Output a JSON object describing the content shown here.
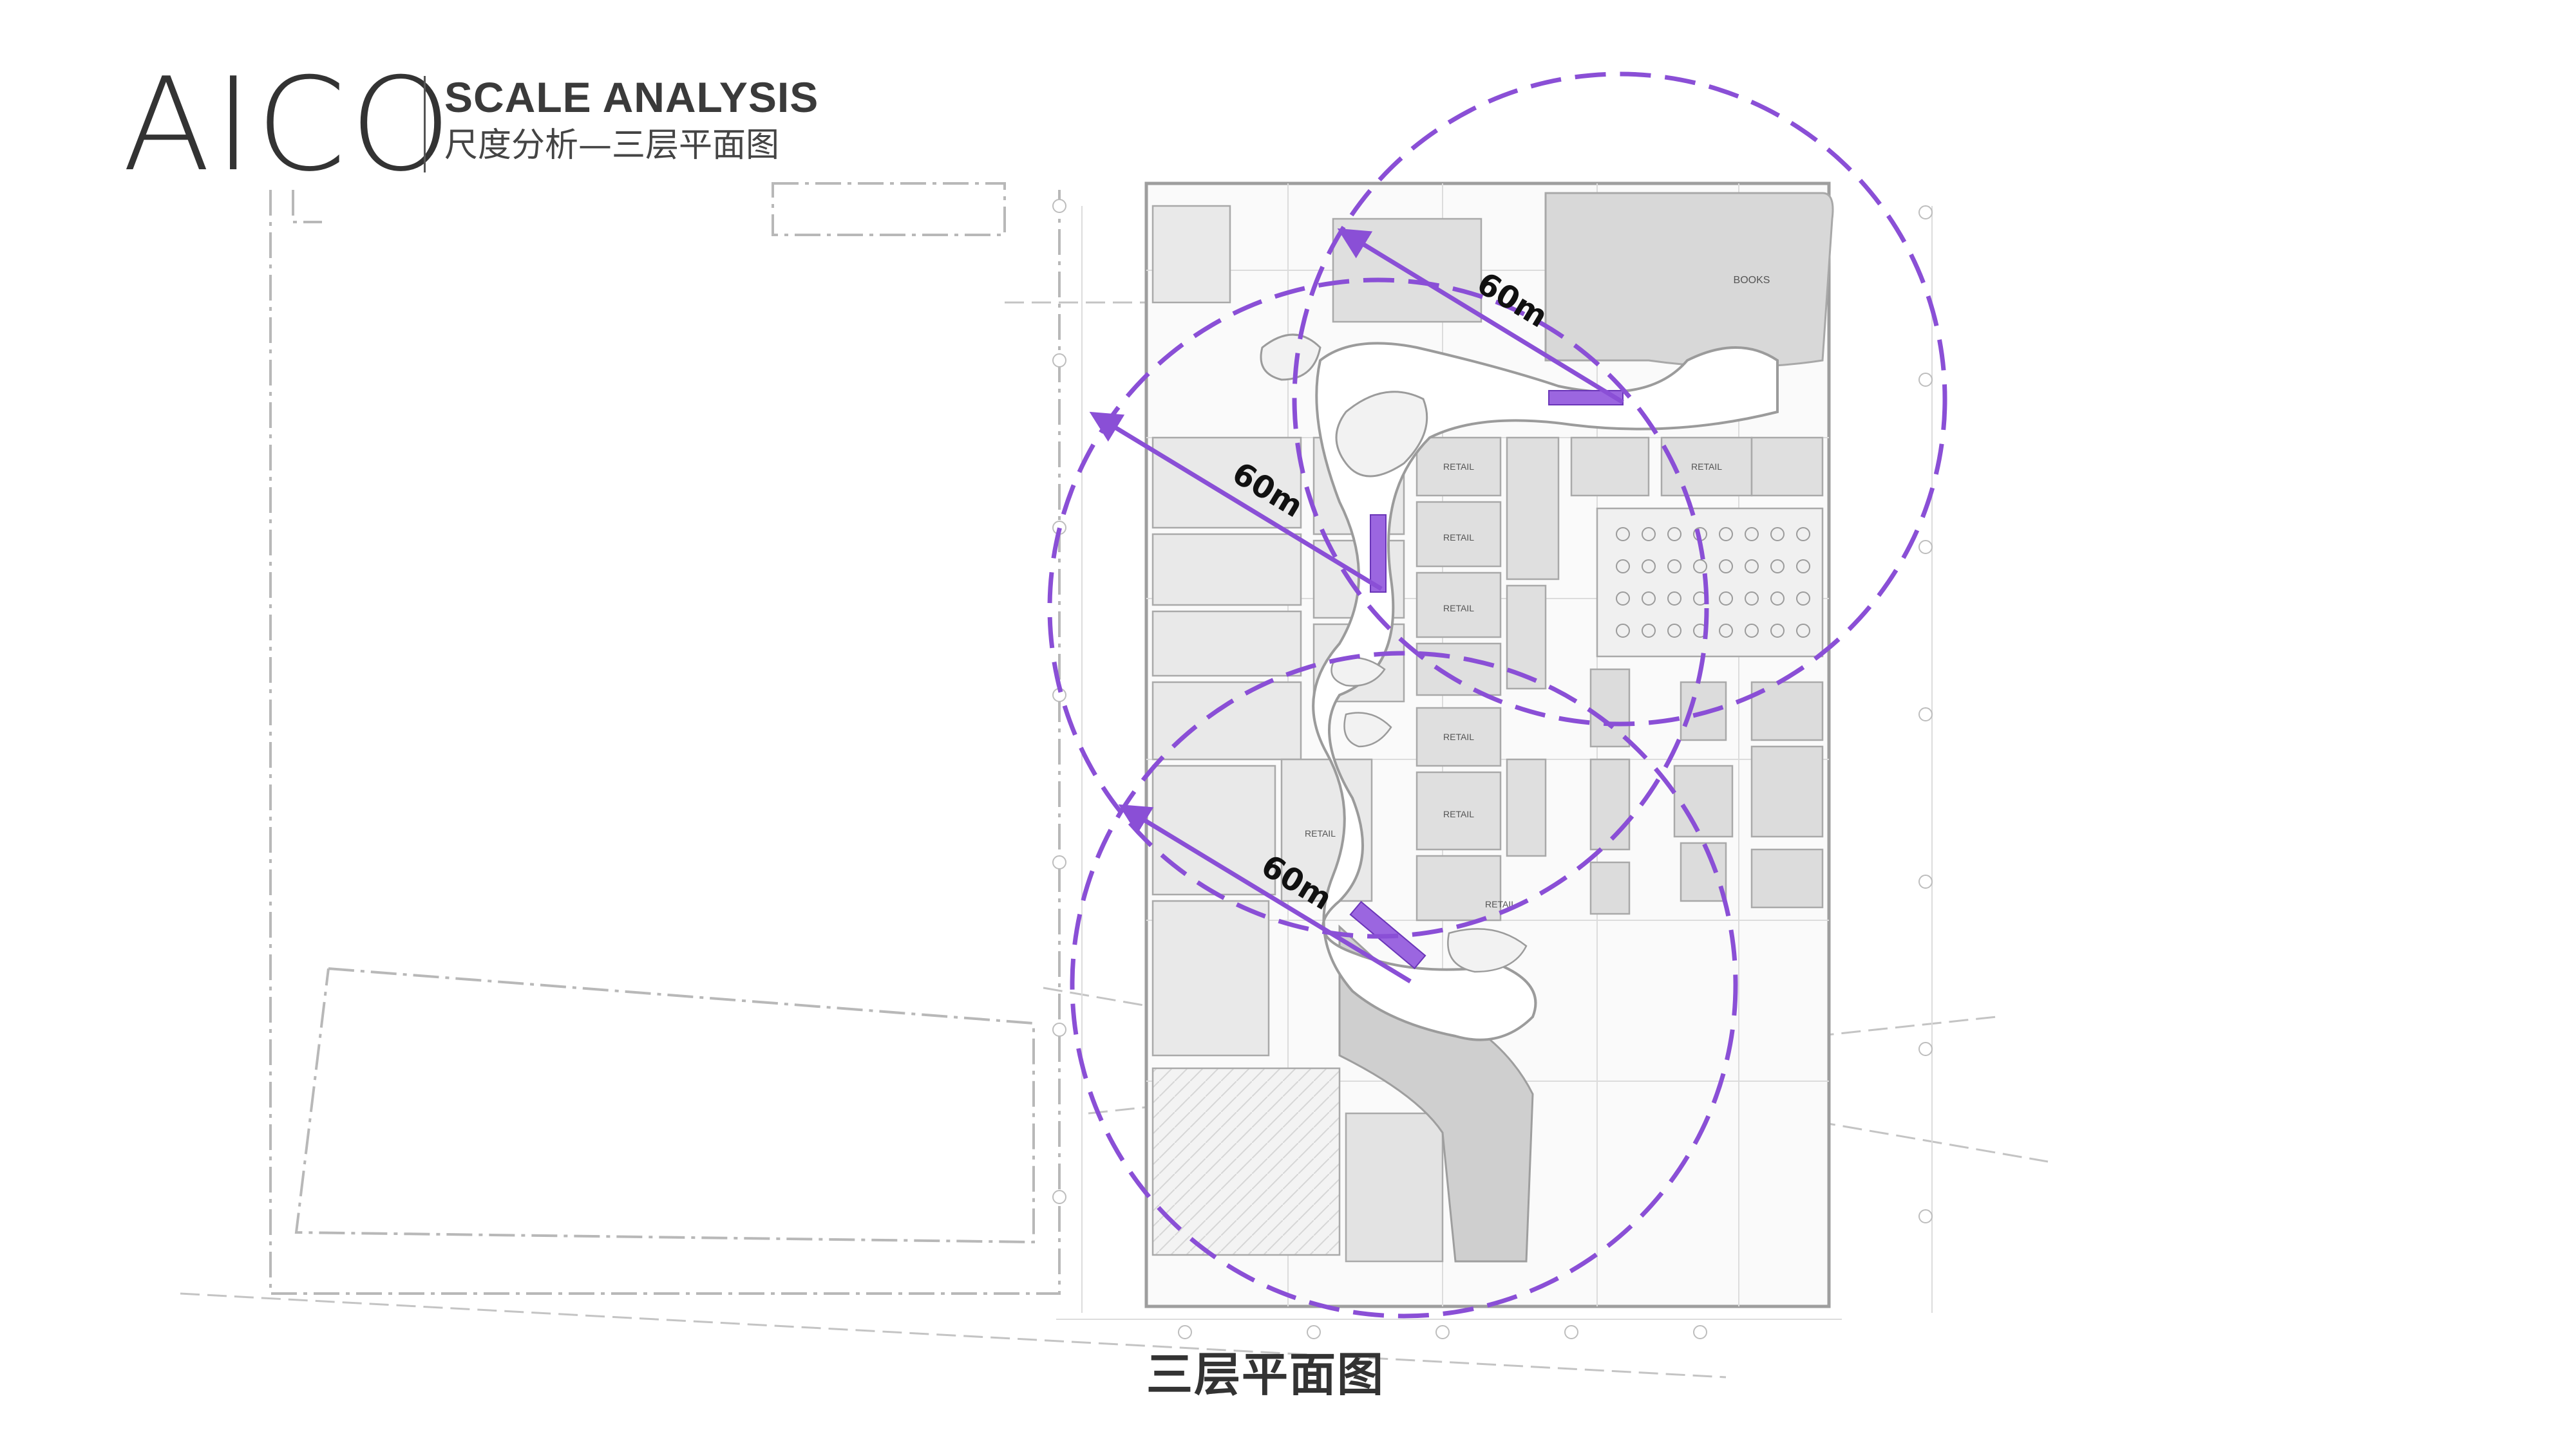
{
  "header": {
    "logo": "AICO",
    "title": "SCALE ANALYSIS",
    "subtitle": "尺度分析—三层平面图"
  },
  "plan": {
    "caption": "三层平面图",
    "distance_label": "60m",
    "accent_color": "#8a4fd6",
    "line_color": "#bdbdbd",
    "fill_color": "#e6e6e6",
    "retail_label": "RETAIL",
    "books_label": "BOOKS"
  }
}
